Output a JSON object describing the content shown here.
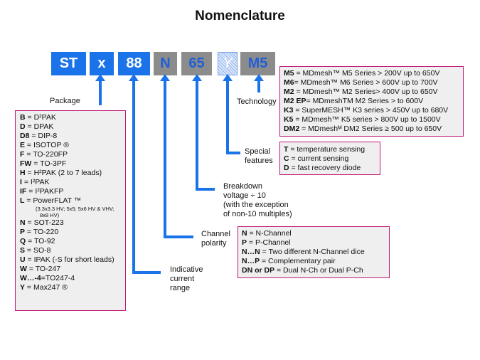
{
  "title": "Nomenclature",
  "code_boxes": [
    "ST",
    "x",
    "88",
    "N",
    "65",
    "Y",
    "M5"
  ],
  "labels": {
    "package": "Package",
    "technology": "Technology",
    "special_1": "Special",
    "special_2": "features",
    "breakdown_1": "Breakdown",
    "breakdown_2": "voltage ÷ 10",
    "breakdown_3": "(with the exception",
    "breakdown_4": "of non-10 multiples)",
    "channel_1": "Channel",
    "channel_2": "polarity",
    "current_1": "Indicative",
    "current_2": "current",
    "current_3": "range"
  },
  "package_list": [
    {
      "key": "B",
      "sep": " = ",
      "val": "D²PAK"
    },
    {
      "key": "D",
      "sep": " =  ",
      "val": "DPAK"
    },
    {
      "key": "D8",
      "sep": " = ",
      "val": "DIP-8"
    },
    {
      "key": "E",
      "sep": " = ",
      "val": "ISOTOP ®"
    },
    {
      "key": "F",
      "sep": " = ",
      "val": "TO-220FP"
    },
    {
      "key": "FW",
      "sep": " = ",
      "val": "TO-3PF"
    },
    {
      "key": "H",
      "sep": " =  ",
      "val": "H²PAK (2 to 7 leads)"
    },
    {
      "key": "I",
      "sep": " = ",
      "val": "I²PAK"
    },
    {
      "key": "IF",
      "sep": " = ",
      "val": "I²PAKFP"
    },
    {
      "key": "L",
      "sep": " = ",
      "val": "PowerFLAT ™"
    },
    {
      "key": "N",
      "sep": " = ",
      "val": "SOT-223"
    },
    {
      "key": "P",
      "sep": " =  ",
      "val": "TO-220"
    },
    {
      "key": "Q",
      "sep": " =  ",
      "val": "TO-92"
    },
    {
      "key": "S",
      "sep": " =  ",
      "val": "SO-8"
    },
    {
      "key": "U",
      "sep": " = ",
      "val": "IPAK (-S for short leads)"
    },
    {
      "key": "W",
      "sep": " =  ",
      "val": "TO-247"
    },
    {
      "key": "W…-4",
      "sep": "=",
      "val": "TO247-4"
    },
    {
      "key": "Y",
      "sep": " =  ",
      "val": "Max247 ®"
    }
  ],
  "powerflat_note": [
    "(3.3x3.3 HV; 5x5; 5x6 HV & VHV;",
    "8x8 HV)"
  ],
  "technology_list": [
    {
      "key": "M5",
      "text": " =  MDmesh™ M5 Series > 200V up to 650V"
    },
    {
      "key": "M6",
      "text": "=   MDmesh™ M6 Series > 600V up to 700V"
    },
    {
      "key": "M2",
      "text": " =  MDmesh™ M2 Series> 400V up to 650V"
    },
    {
      "key": "M2 EP",
      "text": "=  MDmeshTM M2 Series > to 600V"
    },
    {
      "key": "K3",
      "text": " = SuperMESH™ K3 series > 450V up to 680V"
    },
    {
      "key": "K5",
      "text": " = MDmesh™ K5 series  > 800V up to 1500V"
    },
    {
      "key": "DM2",
      "text": " = MDmeshᴹ DM2 Series ≥ 500 up to 650V"
    }
  ],
  "features_list": [
    {
      "key": "T",
      "text": " = temperature sensing"
    },
    {
      "key": "C",
      "text": " = current sensing"
    },
    {
      "key": "D",
      "text": " = fast recovery diode"
    }
  ],
  "channel_list": [
    {
      "key": "N",
      "text": " = N-Channel"
    },
    {
      "key": "P",
      "text": " = P-Channel"
    },
    {
      "key": "N…N",
      "text": " = Two different N-Channel dice"
    },
    {
      "key": "N…P",
      "text": " = Complementary pair"
    },
    {
      "key": "DN or DP",
      "text": " = Dual N-Ch or Dual P-Ch"
    }
  ],
  "colors": {
    "accent": "#1a73e8",
    "box_border": "#c2187a",
    "box_fill": "#efefef",
    "grey": "#8c8c8c"
  }
}
